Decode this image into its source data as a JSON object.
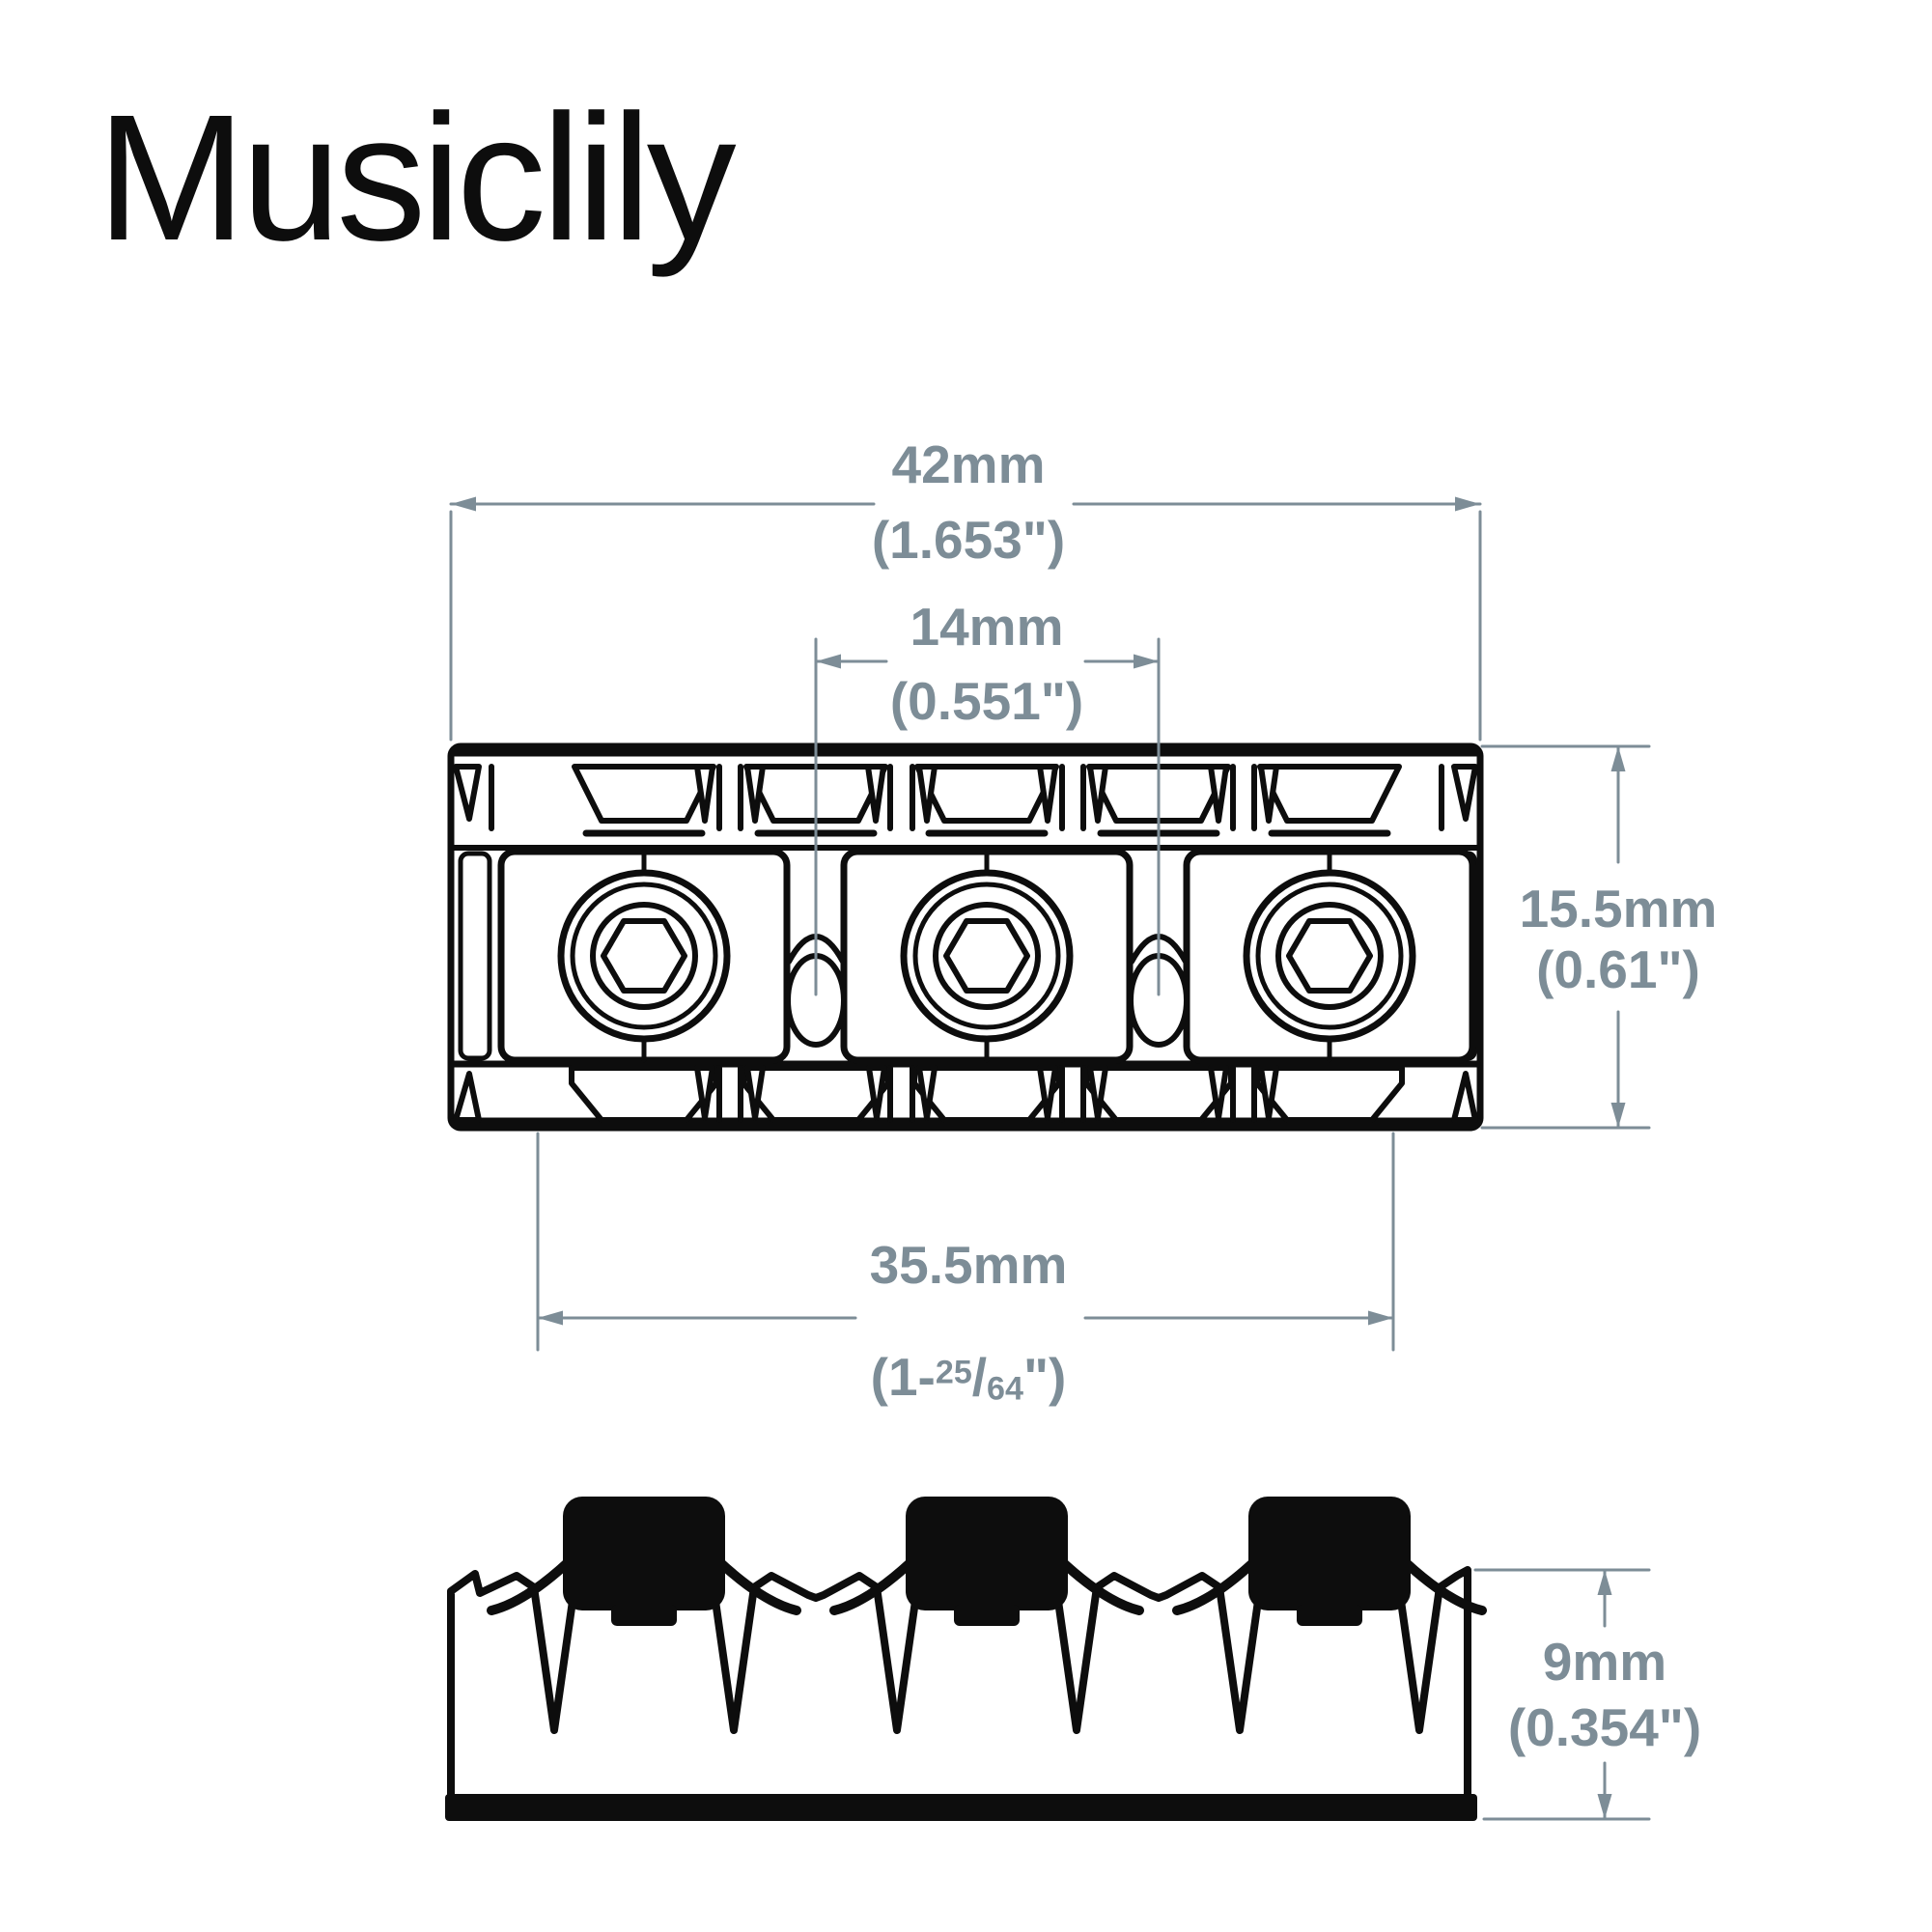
{
  "brand": {
    "title": "Musiclily"
  },
  "colors": {
    "line": "#0d0d0d",
    "dimension": "#7d8d97",
    "background": "#ffffff"
  },
  "drawing": {
    "type": "locking-nut-technical-drawing",
    "views": [
      "top view",
      "side view"
    ],
    "dimensions": {
      "overall_width": {
        "mm": "42mm",
        "inch": "(1.653\")"
      },
      "string_spacing": {
        "mm": "14mm",
        "inch": "(0.551\")"
      },
      "overall_depth": {
        "mm": "15.5mm",
        "inch": "(0.61\")"
      },
      "slot_spacing": {
        "mm": "35.5mm",
        "inch_prefix": "(1-",
        "inch_numerator": "25",
        "inch_slash": "/",
        "inch_denominator": "64",
        "inch_suffix": "\")"
      },
      "body_height": {
        "mm": "9mm",
        "inch": "(0.354\")"
      }
    }
  }
}
